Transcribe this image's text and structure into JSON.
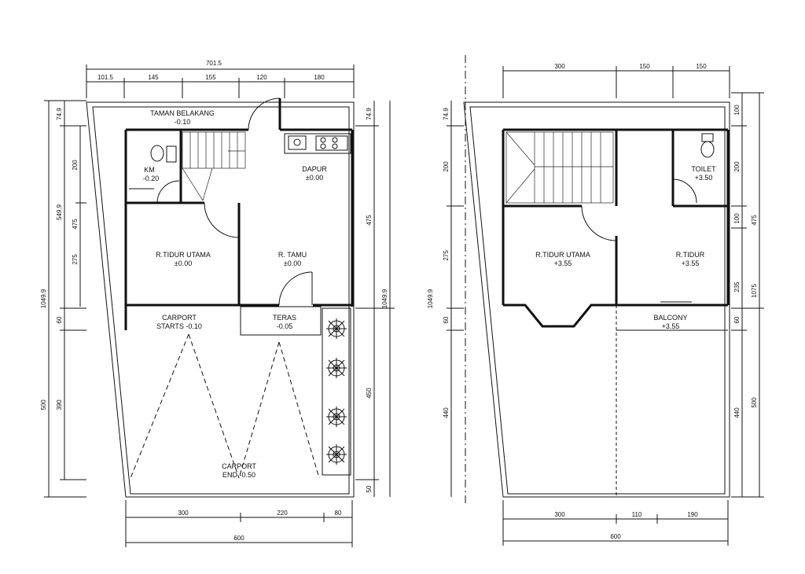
{
  "ground_floor": {
    "rooms": {
      "taman_belakang": {
        "name": "TAMAN BELAKANG",
        "level": "-0.10"
      },
      "km": {
        "name": "KM",
        "level": "-0.20"
      },
      "dapur": {
        "name": "DAPUR",
        "level": "±0.00"
      },
      "r_tidur_utama": {
        "name": "R.TIDUR UTAMA",
        "level": "±0.00"
      },
      "r_tamu": {
        "name": "R. TAMU",
        "level": "±0.00"
      },
      "carport_start": {
        "name": "CARPORT",
        "level": "STARTS -0.10"
      },
      "teras": {
        "name": "TERAS",
        "level": "-0.05"
      },
      "carport_end": {
        "name": "CARPORT",
        "level": "END -0.50"
      }
    },
    "dims_top_total": "701.5",
    "dims_top": [
      "101.5",
      "145",
      "155",
      "120",
      "180"
    ],
    "dims_bottom": [
      "300",
      "220",
      "80"
    ],
    "dims_bottom_total": "600",
    "dims_left_total": "1049.9",
    "dims_left_a": [
      "74.9",
      "549.9",
      "60",
      "500"
    ],
    "dims_left_b": [
      "200",
      "475",
      "275",
      "390"
    ],
    "dims_right": [
      "74.9",
      "475",
      "1049.9",
      "450",
      "50"
    ]
  },
  "upper_floor": {
    "rooms": {
      "toilet": {
        "name": "TOILET",
        "level": "+3.50"
      },
      "r_tidur_utama": {
        "name": "R.TIDUR UTAMA",
        "level": "+3.55"
      },
      "r_tidur": {
        "name": "R.TIDUR",
        "level": "+3.55"
      },
      "balcony": {
        "name": "BALCONY",
        "level": "+3.55"
      }
    },
    "dims_top": [
      "300",
      "150",
      "150"
    ],
    "dims_bottom": [
      "300",
      "110",
      "190"
    ],
    "dims_bottom_total": "600",
    "dims_left": [
      "74.9",
      "200",
      "275",
      "1049.9",
      "60",
      "440"
    ],
    "dims_right_a": [
      "100",
      "200",
      "100",
      "235",
      "60",
      "440"
    ],
    "dims_right_b": [
      "475",
      "1075",
      "500"
    ]
  }
}
